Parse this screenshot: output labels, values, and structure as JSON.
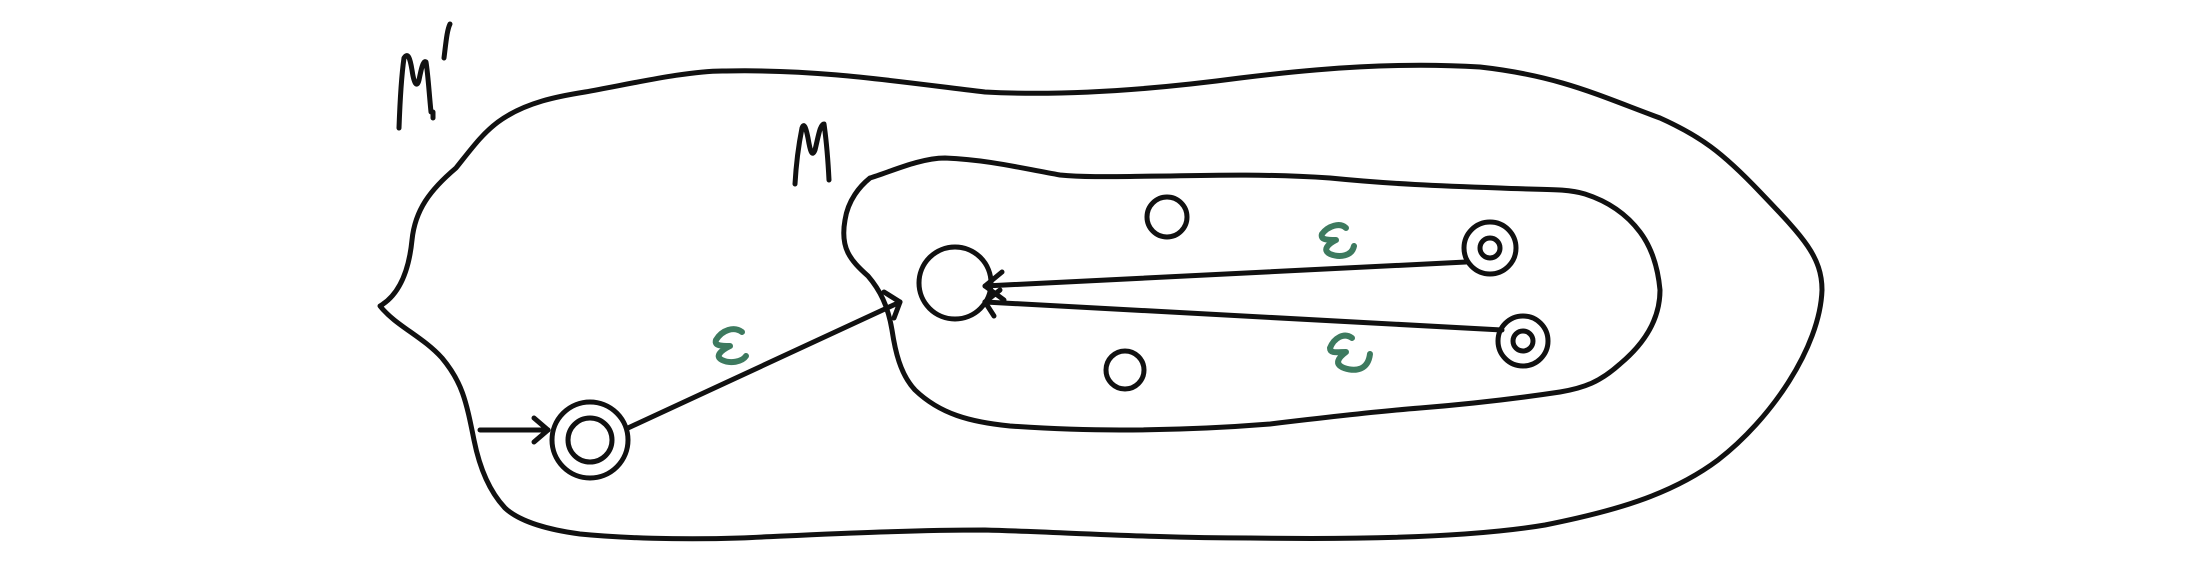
{
  "diagram": {
    "outer_machine": {
      "label": "M'"
    },
    "inner_machine": {
      "label": "M"
    },
    "new_start_state": {
      "kind": "accepting"
    },
    "old_start_state": {
      "kind": "normal"
    },
    "states": [
      {
        "id": "q-top",
        "kind": "normal"
      },
      {
        "id": "q-bottom",
        "kind": "normal"
      },
      {
        "id": "f1",
        "kind": "accepting"
      },
      {
        "id": "f2",
        "kind": "accepting"
      }
    ],
    "transitions": [
      {
        "from": "new_start_state",
        "to": "old_start_state",
        "label": "ε"
      },
      {
        "from": "f1",
        "to": "old_start_state",
        "label": "ε"
      },
      {
        "from": "f2",
        "to": "old_start_state",
        "label": "ε"
      }
    ],
    "colors": {
      "ink": "#111111",
      "epsilon": "#3d7a5f",
      "background": "#ffffff"
    }
  }
}
